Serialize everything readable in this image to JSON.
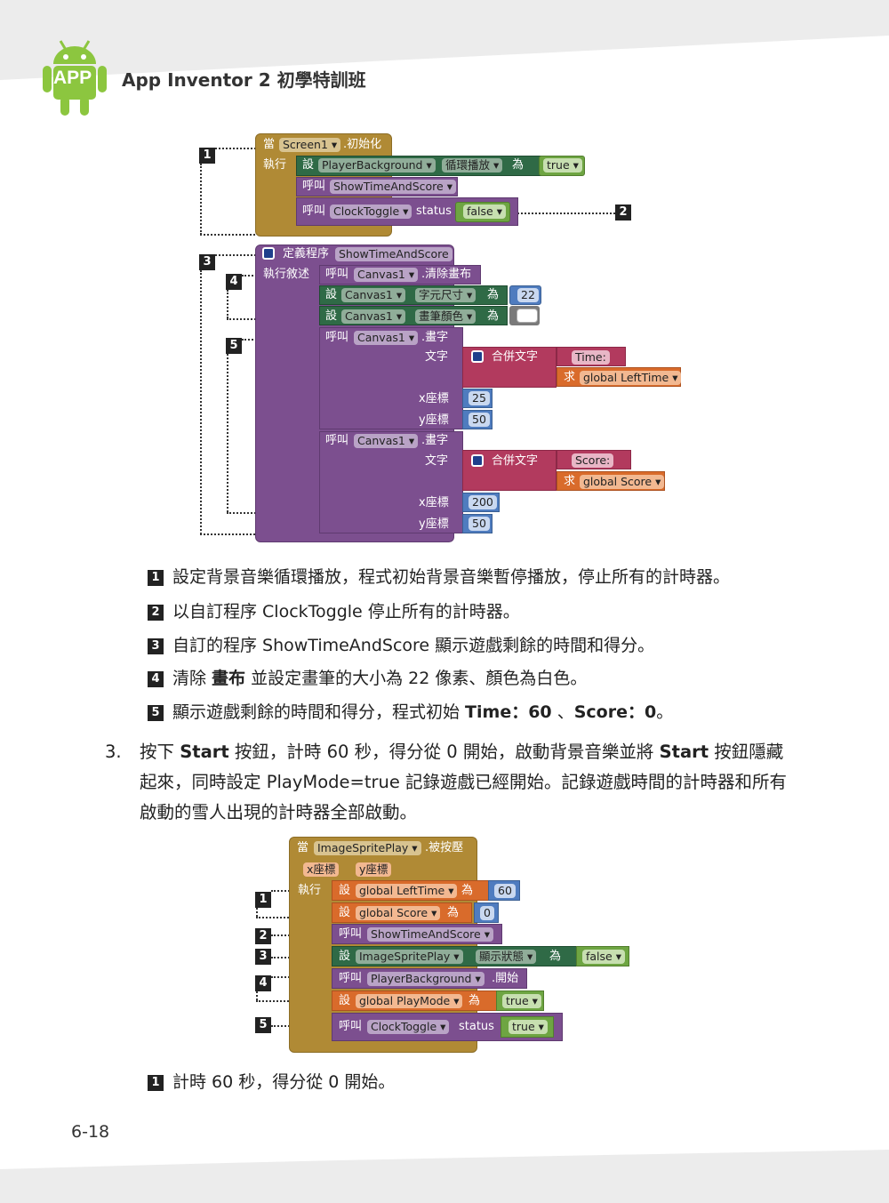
{
  "header": {
    "logo_text": "APP",
    "title": "App Inventor 2 初學特訓班"
  },
  "footer": {
    "page_number": "6-18"
  },
  "figure1": {
    "callouts": [
      "1",
      "2",
      "3",
      "4",
      "5"
    ],
    "event": {
      "when": "當",
      "component": "Screen1",
      "event": ".初始化",
      "do": "執行"
    },
    "set_bg": {
      "set": "設",
      "component": "PlayerBackground",
      "prop": "循環播放",
      "to": "為",
      "value": "true"
    },
    "call_show": {
      "call": "呼叫",
      "proc": "ShowTimeAndScore"
    },
    "call_clock": {
      "call": "呼叫",
      "proc": "ClockToggle",
      "arg": "status",
      "value": "false"
    },
    "proc": {
      "define": "定義程序",
      "name": "ShowTimeAndScore",
      "do": "執行敘述"
    },
    "clear": {
      "call": "呼叫",
      "component": "Canvas1",
      "method": ".清除畫布"
    },
    "set_font": {
      "set": "設",
      "component": "Canvas1",
      "prop": "字元尺寸",
      "to": "為",
      "value": "22"
    },
    "set_color": {
      "set": "設",
      "component": "Canvas1",
      "prop": "畫筆顏色",
      "to": "為"
    },
    "draw1": {
      "call": "呼叫",
      "component": "Canvas1",
      "method": ".畫字",
      "text_label": "文字",
      "join": "合併文字",
      "str": "Time: ",
      "get": "求",
      "var": "global LeftTime",
      "x_label": "x座標",
      "x": "25",
      "y_label": "y座標",
      "y": "50"
    },
    "draw2": {
      "call": "呼叫",
      "component": "Canvas1",
      "method": ".畫字",
      "text_label": "文字",
      "join": "合併文字",
      "str": "Score: ",
      "get": "求",
      "var": "global Score",
      "x_label": "x座標",
      "x": "200",
      "y_label": "y座標",
      "y": "50"
    }
  },
  "notes1": [
    {
      "n": "1",
      "text": "設定背景音樂循環播放，程式初始背景音樂暫停播放，停止所有的計時器。"
    },
    {
      "n": "2",
      "text": "以自訂程序 ClockToggle 停止所有的計時器。"
    },
    {
      "n": "3",
      "text": "自訂的程序 ShowTimeAndScore 顯示遊戲剩餘的時間和得分。"
    },
    {
      "n": "4",
      "pre": "清除 ",
      "bold": "畫布",
      "post": " 並設定畫筆的大小為 22 像素、顏色為白色。"
    },
    {
      "n": "5",
      "pre": "顯示遊戲剩餘的時間和得分，程式初始 ",
      "b1": "Time：60",
      "mid": " 、",
      "b2": "Score：0",
      "post": "。"
    }
  ],
  "step3": {
    "num": "3.",
    "t1": "按下 ",
    "b1": "Start",
    "t2": " 按鈕，計時 60 秒，得分從 0 開始，啟動背景音樂並將 ",
    "b2": "Start",
    "t3": " 按鈕隱藏起來，同時設定 PlayMode=true 記錄遊戲已經開始。記錄遊戲時間的計時器和所有啟動的雪人出現的計時器全部啟動。"
  },
  "figure2": {
    "callouts": [
      "1",
      "2",
      "3",
      "4",
      "5"
    ],
    "event": {
      "when": "當",
      "component": "ImageSpritePlay",
      "event": ".被按壓",
      "x": "x座標",
      "y": "y座標",
      "do": "執行"
    },
    "set_time": {
      "set": "設",
      "var": "global LeftTime",
      "to": "為",
      "value": "60"
    },
    "set_score": {
      "set": "設",
      "var": "global Score",
      "to": "為",
      "value": "0"
    },
    "call_show": {
      "call": "呼叫",
      "proc": "ShowTimeAndScore"
    },
    "set_visible": {
      "set": "設",
      "component": "ImageSpritePlay",
      "prop": "顯示狀態",
      "to": "為",
      "value": "false"
    },
    "call_bg": {
      "call": "呼叫",
      "component": "PlayerBackground",
      "method": ".開始"
    },
    "set_mode": {
      "set": "設",
      "var": "global PlayMode",
      "to": "為",
      "value": "true"
    },
    "call_clock": {
      "call": "呼叫",
      "proc": "ClockToggle",
      "arg": "status",
      "value": "true"
    }
  },
  "notes2": [
    {
      "n": "1",
      "text": "計時 60 秒，得分從 0 開始。"
    }
  ],
  "colors": {
    "control": "#b08a35",
    "procedure": "#7c4f8f",
    "setter": "#2f6a46",
    "logic": "#6ea542",
    "math": "#4f7cbf",
    "text": "#b23a5e",
    "variable": "#d96b2b",
    "android_green": "#8cc63f"
  }
}
